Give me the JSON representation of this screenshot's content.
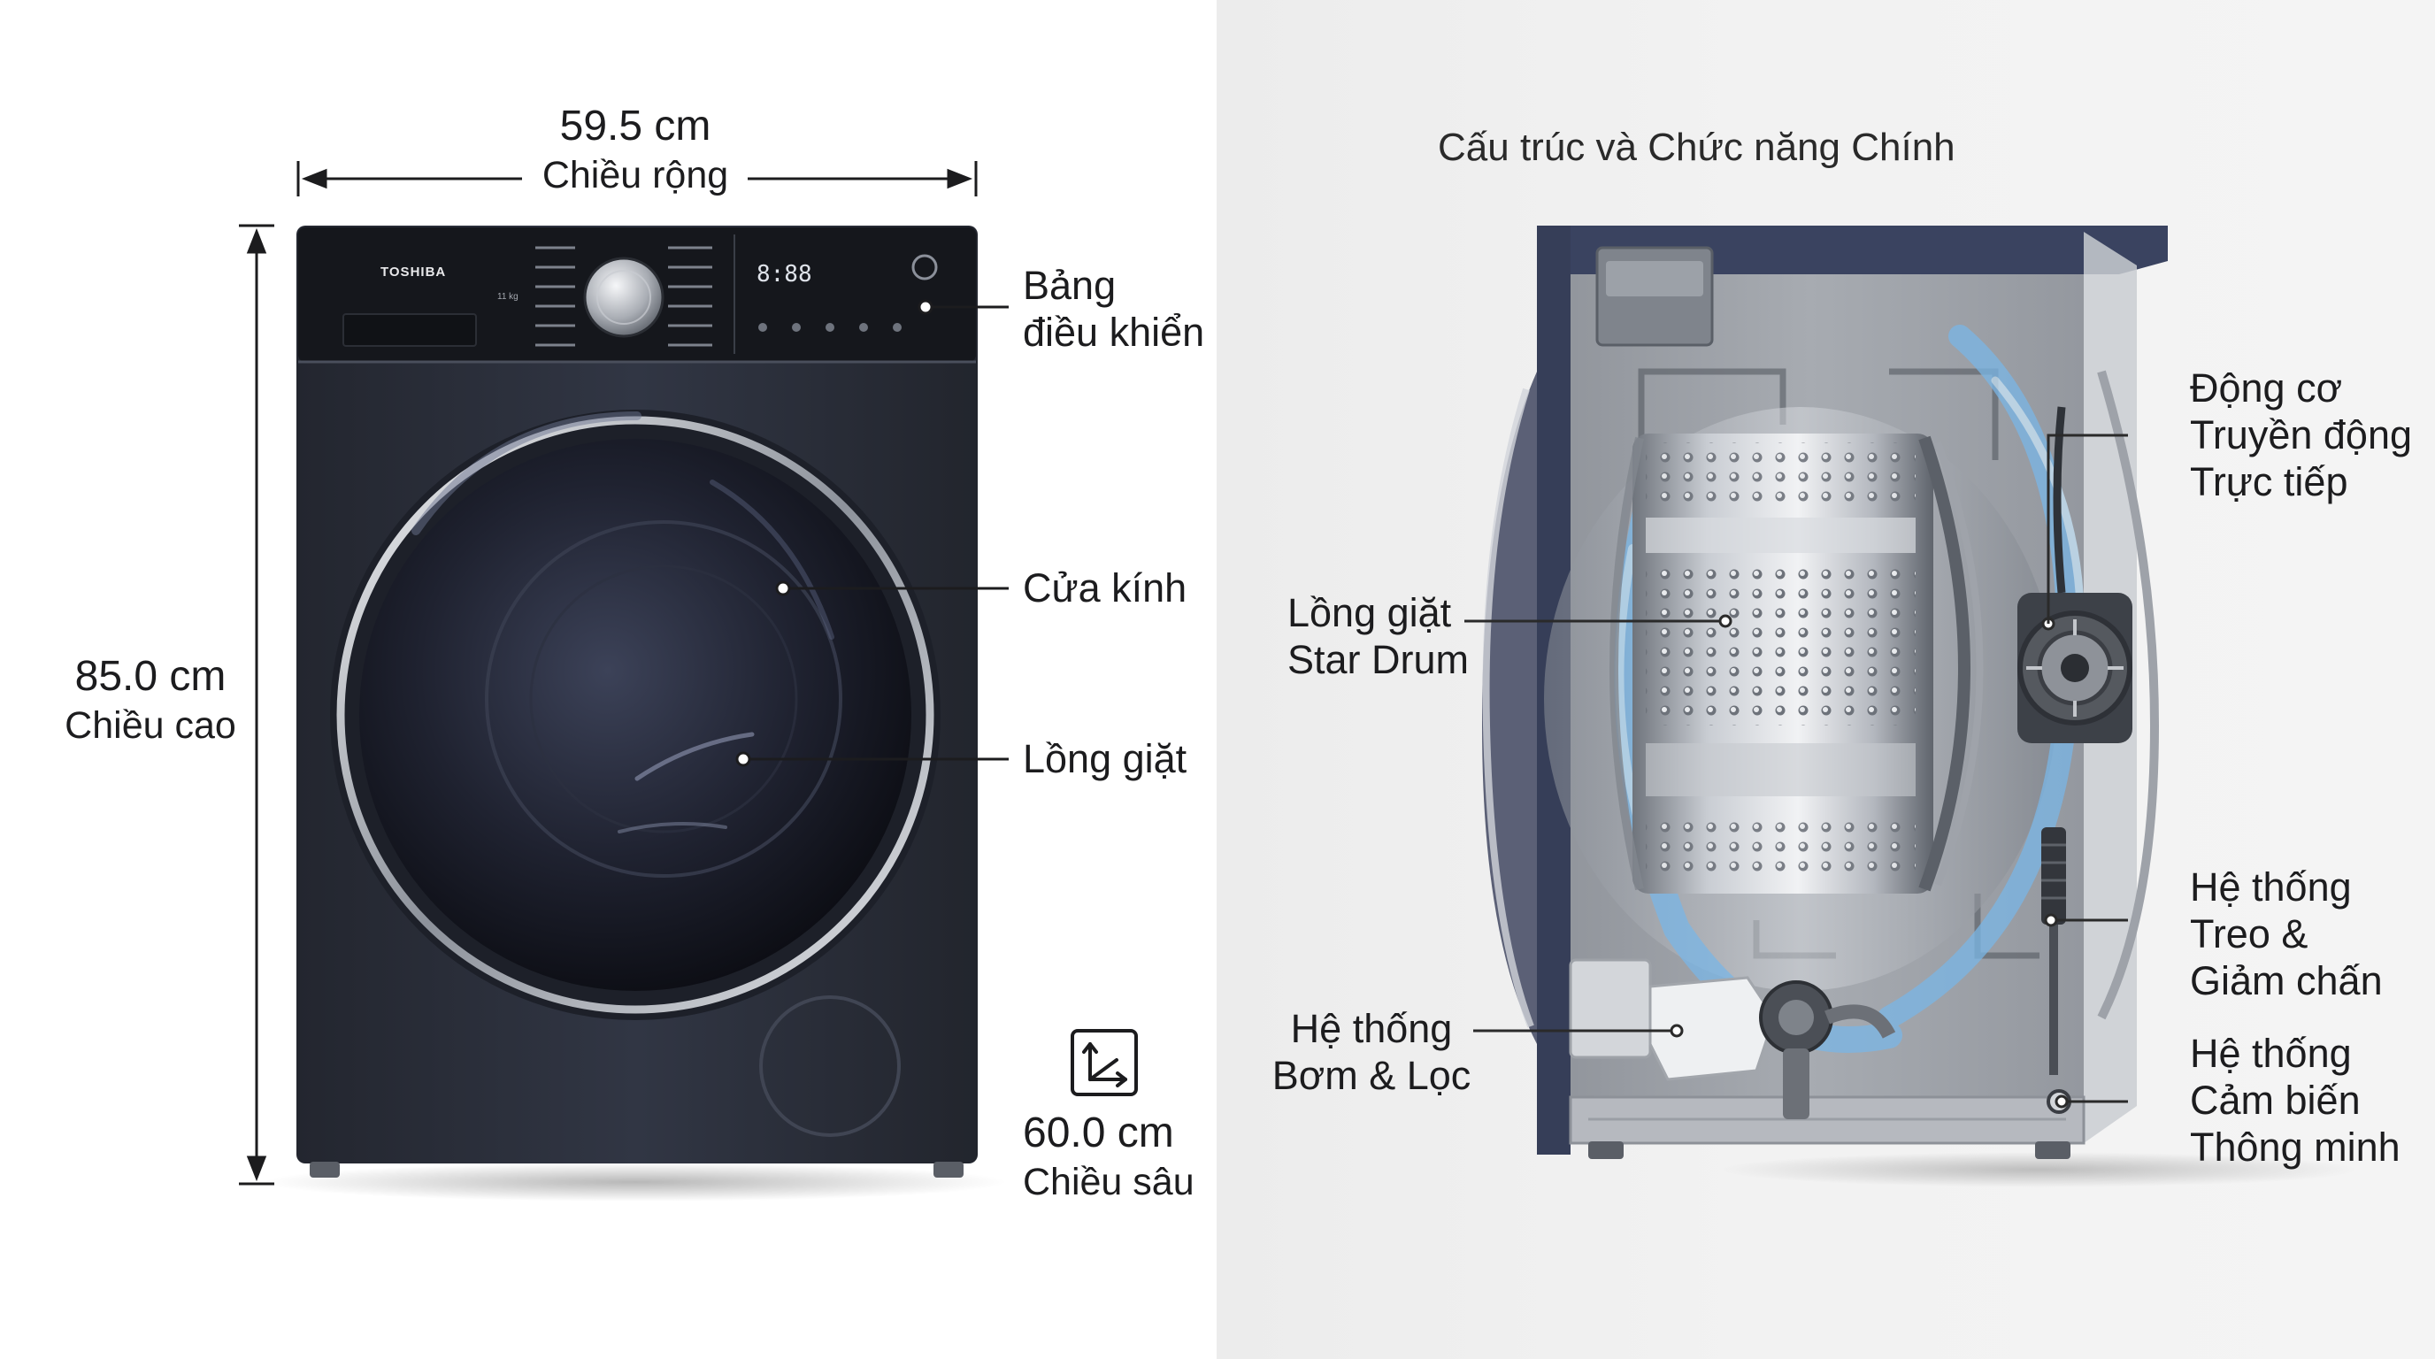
{
  "front_view": {
    "brand": "TOSHIBA",
    "capacity": "11 kg",
    "display_digits": "8:88",
    "width": {
      "value": "59.5 cm",
      "name": "Chiều rộng"
    },
    "height": {
      "value": "85.0 cm",
      "name": "Chiều cao"
    },
    "depth": {
      "value": "60.0 cm",
      "name": "Chiều sâu"
    },
    "callouts": {
      "control_panel": [
        "Bảng",
        "điều khiển"
      ],
      "glass_door": "Cửa kính",
      "drum": "Lồng giặt"
    }
  },
  "structure_view": {
    "title": "Cấu trúc và Chức năng Chính",
    "callouts": {
      "motor": [
        "Động cơ",
        "Truyền động",
        "Trực tiếp"
      ],
      "star_drum": [
        "Lồng giặt",
        "Star Drum"
      ],
      "suspension": [
        "Hệ thống",
        "Treo &",
        "Giảm chấn"
      ],
      "pump": [
        "Hệ thống",
        "Bơm & Lọc"
      ],
      "sensor": [
        "Hệ thống",
        "Cảm biến",
        "Thông minh"
      ]
    }
  },
  "colors": {
    "body": "#2b2f3a",
    "panel": "#15171c",
    "chrome": "#c8ccd2",
    "water": "#7ab6e6",
    "cabinet_frame": "#3a4360"
  }
}
